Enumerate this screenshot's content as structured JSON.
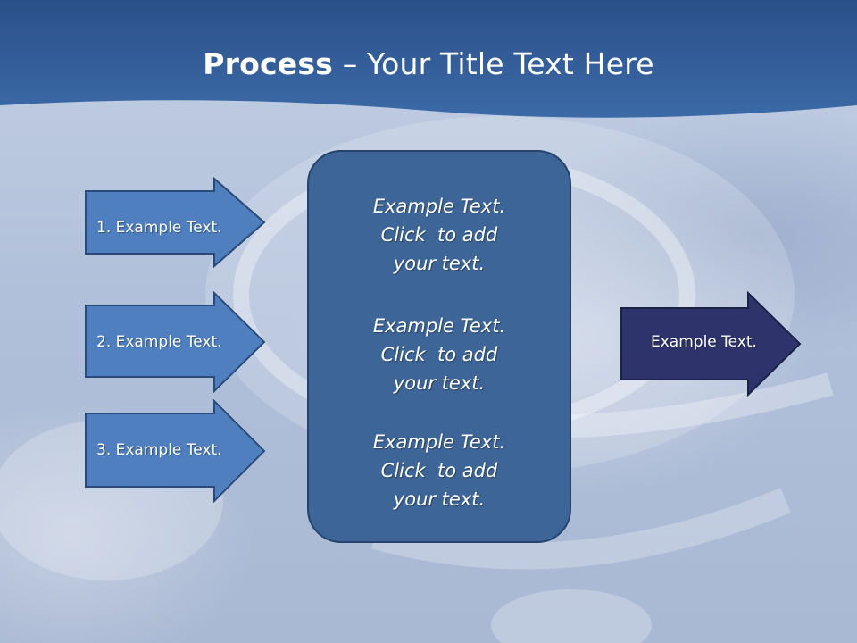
{
  "slide": {
    "title_bold": "Process",
    "title_rest": " – Your Title Text Here"
  },
  "inputs": [
    {
      "label": "1. Example Text."
    },
    {
      "label": "2. Example Text."
    },
    {
      "label": "3. Example Text."
    }
  ],
  "center": {
    "paragraphs": [
      {
        "lines": [
          "Example Text.",
          "Click  to add",
          "your text."
        ]
      },
      {
        "lines": [
          "Example Text.",
          "Click  to add",
          "your text."
        ]
      },
      {
        "lines": [
          "Example Text.",
          "Click  to add",
          "your text."
        ]
      }
    ]
  },
  "output": {
    "label": "Example Text."
  },
  "colors": {
    "header": "#2f5791",
    "input_arrow_fill": "#4f7fbe",
    "input_arrow_stroke": "#2a4b7a",
    "center_box": "#3d6597",
    "output_arrow_fill": "#2e336b"
  }
}
